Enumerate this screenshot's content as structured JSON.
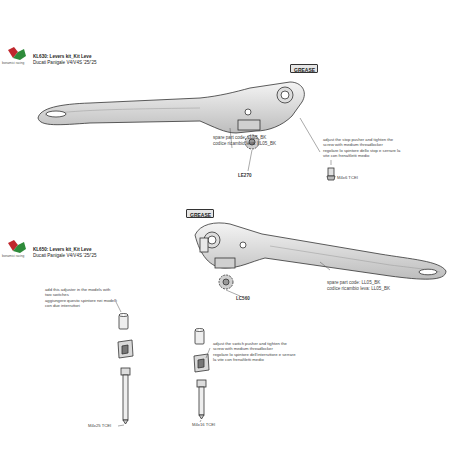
{
  "diagram": {
    "nodes": [
      {
        "text": [
          "GREASE"
        ]
      },
      {
        "text": [
          "GREASE"
        ]
      }
    ],
    "labels": [
      "bonamici racing",
      "KL630: Levers kit_Kit Leve",
      "Ducati Panigale V4/V4S '25/'25",
      "spare part code: LL05_BK",
      "codice ricambio leva: LL05_BK",
      "LE270",
      "adjust the stop pusher and tighten the screw with medium threadlocker",
      "regolare lo spintore dello stop e serrare la vite con frenafiletti medio",
      "M4x6 TCEI",
      "bonamici racing",
      "KL650: Levers kit_Kit Leve",
      "Ducati Panigale V4/V4S '25/'25",
      "spare part code: LL05_BK",
      "codice ricambio leva: LL05_BK",
      "LC560",
      "add this adjuster in the models with two switches",
      "aggiungere questo spintore nei modelli con due interruttori",
      "adjust the switch pusher and tighten the screw with medium threadlocker",
      "regolare lo spintore dell'interruttore e serrare la vite con frenafiletti medio",
      "M4x25 TCEI",
      "M4x16 TCEI"
    ]
  }
}
